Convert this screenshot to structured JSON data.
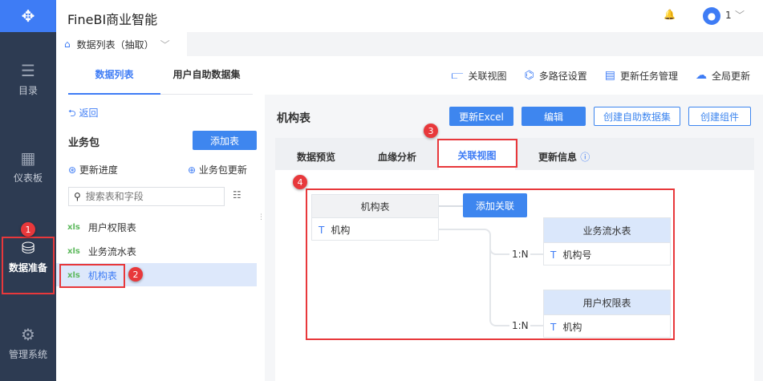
{
  "app": {
    "title": "FineBI商业智能",
    "user": "1"
  },
  "sidebar": {
    "items": [
      {
        "label": "目录"
      },
      {
        "label": "仪表板"
      },
      {
        "label": "数据准备"
      },
      {
        "label": "管理系统"
      }
    ]
  },
  "subtab": {
    "label": "数据列表（抽取）"
  },
  "toolbar": {
    "items": [
      {
        "label": "关联视图"
      },
      {
        "label": "多路径设置"
      },
      {
        "label": "更新任务管理"
      },
      {
        "label": "全局更新"
      }
    ]
  },
  "left": {
    "tabs": [
      "数据列表",
      "用户自助数据集"
    ],
    "back": "返回",
    "section": "业务包",
    "add_table": "添加表",
    "progress": "更新进度",
    "pkg_update": "业务包更新",
    "search_placeholder": "搜索表和字段",
    "tables": [
      "用户权限表",
      "业务流水表",
      "机构表"
    ]
  },
  "main": {
    "title": "机构表",
    "buttons": [
      "更新Excel",
      "编辑",
      "创建自助数据集",
      "创建组件"
    ],
    "tabs": [
      "数据预览",
      "血缘分析",
      "关联视图",
      "更新信息"
    ]
  },
  "diagram": {
    "add_relation": "添加关联",
    "source": {
      "name": "机构表",
      "field": "机构"
    },
    "targets": [
      {
        "name": "业务流水表",
        "field": "机构号",
        "relation": "1:N"
      },
      {
        "name": "用户权限表",
        "field": "机构",
        "relation": "1:N"
      }
    ]
  },
  "badges": [
    "1",
    "2",
    "3",
    "4"
  ]
}
